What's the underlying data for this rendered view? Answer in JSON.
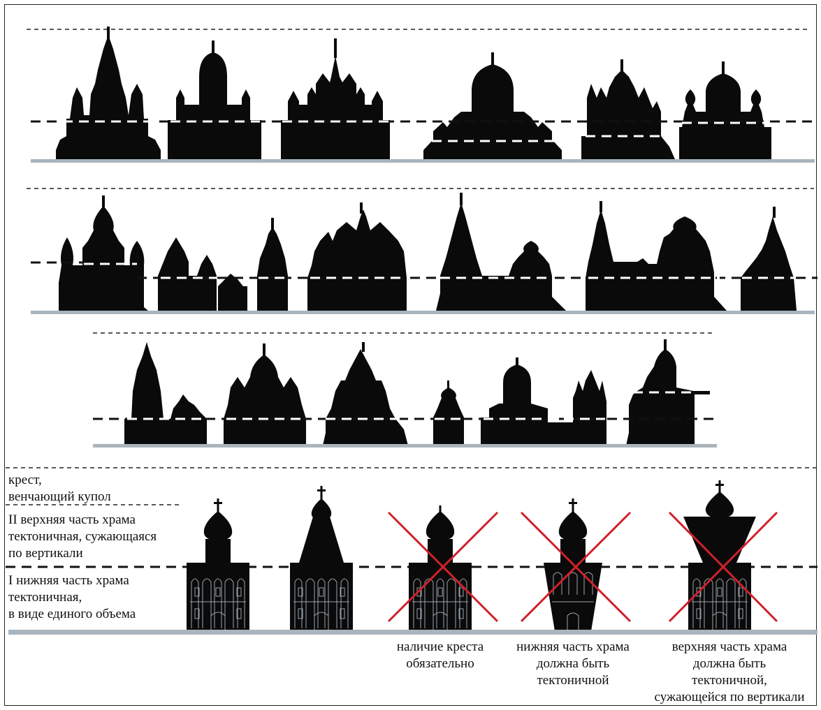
{
  "legend": {
    "cross_lines": [
      "крест,",
      "венчающий купол"
    ],
    "upper_lines": [
      "II верхняя часть храма",
      "тектоничная, сужающаяся",
      "по вертикали"
    ],
    "lower_lines": [
      "I нижняя часть храма",
      "тектоничная,",
      "в виде единого объема"
    ]
  },
  "captions": {
    "no_cross": [
      "наличие креста",
      "обязательно"
    ],
    "bad_lower": [
      "нижняя часть храма",
      "должна быть",
      "тектоничной"
    ],
    "bad_upper": [
      "верхняя часть храма",
      "должна быть",
      "тектоничной,",
      "сужающейся по вертикали"
    ]
  },
  "colors": {
    "silhouette": "#0a0a0a",
    "ground": "#a9b4bd",
    "cross_out": "#d0202a",
    "dash": "#111111",
    "dash_white": "#ffffff"
  }
}
